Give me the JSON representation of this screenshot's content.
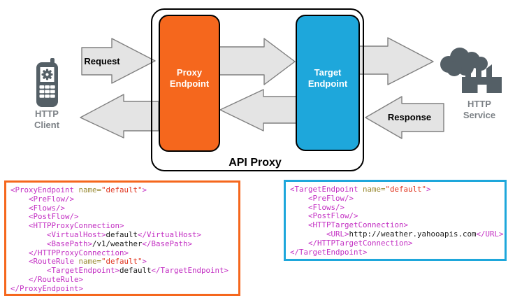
{
  "colors": {
    "proxy_orange": "#F5671D",
    "target_blue": "#1EA7DB",
    "arrow_fill": "#E4E4E4",
    "arrow_stroke": "#808080",
    "icon_gray": "#545F66",
    "label_gray": "#7C8186",
    "code_tag": "#C32FC3",
    "code_attr": "#998A33",
    "code_value": "#E0321C",
    "code_text": "#1A1A1A"
  },
  "diagram": {
    "api_proxy_label": "API Proxy",
    "request_label": "Request",
    "response_label": "Response",
    "proxy_endpoint": {
      "line1": "Proxy",
      "line2": "Endpoint"
    },
    "target_endpoint": {
      "line1": "Target",
      "line2": "Endpoint"
    },
    "http_client": {
      "line1": "HTTP",
      "line2": "Client"
    },
    "http_service": {
      "line1": "HTTP",
      "line2": "Service"
    }
  },
  "code_blocks": [
    {
      "name": "proxy-endpoint-xml",
      "lines": [
        [
          [
            "tag",
            "<ProxyEndpoint"
          ],
          [
            "attr",
            " name="
          ],
          [
            "val",
            "\"default\""
          ],
          [
            "tag",
            ">"
          ]
        ],
        [
          [
            "tag",
            "    <PreFlow/>"
          ]
        ],
        [
          [
            "tag",
            "    <Flows/>"
          ]
        ],
        [
          [
            "tag",
            "    <PostFlow/>"
          ]
        ],
        [
          [
            "tag",
            "    <HTTPProxyConnection>"
          ]
        ],
        [
          [
            "tag",
            "        <VirtualHost>"
          ],
          [
            "text",
            "default"
          ],
          [
            "tag",
            "</VirtualHost>"
          ]
        ],
        [
          [
            "tag",
            "        <BasePath>"
          ],
          [
            "text",
            "/v1/weather"
          ],
          [
            "tag",
            "</BasePath>"
          ]
        ],
        [
          [
            "tag",
            "    </HTTPProxyConnection>"
          ]
        ],
        [
          [
            "tag",
            "    <RouteRule"
          ],
          [
            "attr",
            " name="
          ],
          [
            "val",
            "\"default\""
          ],
          [
            "tag",
            ">"
          ]
        ],
        [
          [
            "tag",
            "        <TargetEndpoint>"
          ],
          [
            "text",
            "default"
          ],
          [
            "tag",
            "</TargetEndpoint>"
          ]
        ],
        [
          [
            "tag",
            "    </RouteRule>"
          ]
        ],
        [
          [
            "tag",
            "</ProxyEndpoint>"
          ]
        ]
      ]
    },
    {
      "name": "target-endpoint-xml",
      "lines": [
        [
          [
            "tag",
            "<TargetEndpoint"
          ],
          [
            "attr",
            " name="
          ],
          [
            "val",
            "\"default\""
          ],
          [
            "tag",
            ">"
          ]
        ],
        [
          [
            "tag",
            "    <PreFlow/>"
          ]
        ],
        [
          [
            "tag",
            "    <Flows/>"
          ]
        ],
        [
          [
            "tag",
            "    <PostFlow/>"
          ]
        ],
        [
          [
            "tag",
            "    <HTTPTargetConnection>"
          ]
        ],
        [
          [
            "tag",
            "        <URL>"
          ],
          [
            "text",
            "http://weather.yahooapis.com"
          ],
          [
            "tag",
            "</URL>"
          ]
        ],
        [
          [
            "tag",
            "    </HTTPTargetConnection>"
          ]
        ],
        [
          [
            "tag",
            "</TargetEndpoint>"
          ]
        ]
      ]
    }
  ]
}
